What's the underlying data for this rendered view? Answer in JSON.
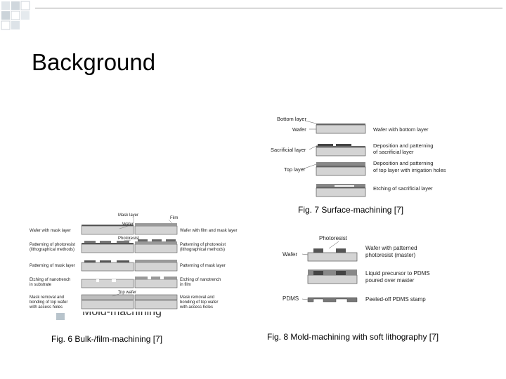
{
  "slide": {
    "title": "Background",
    "bullet_partial": "Mold-machining"
  },
  "fig7": {
    "caption": "Fig. 7 Surface-machining [7]",
    "labels_left": [
      "Bottom layer",
      "Wafer",
      "Sacrificial layer",
      "Top layer"
    ],
    "labels_right": [
      "Wafer with bottom layer",
      "Deposition and patterning",
      "of sacrificial layer",
      "Deposition and patterning",
      "of top layer with irrigation holes",
      "Etching of sacrificial layer"
    ]
  },
  "fig6": {
    "caption": "Fig. 6 Bulk-/film-machining [7]",
    "labels_top": [
      "Mask layer",
      "Film",
      "Wafer",
      "Photoresist",
      "Top wafer"
    ],
    "labels_left": [
      "Wafer with mask layer",
      "Patterning of photoresist",
      "(lithographical methods)",
      "Patterning of mask layer",
      "Etching of nanotrench",
      "in substrate",
      "Mask removal and",
      "bonding of top wafer",
      "with access holes"
    ],
    "labels_right": [
      "Wafer with film and mask layer",
      "Patterning of photoresist",
      "(lithographical methods)",
      "Patterning of mask layer",
      "Etching of nanotrench",
      "in film",
      "Mask removal and",
      "bonding of top wafer",
      "with access holes"
    ]
  },
  "fig8": {
    "caption": "Fig. 8 Mold-machining with soft lithography [7]",
    "labels_left": [
      "Photoresist",
      "Wafer",
      "PDMS"
    ],
    "labels_right": [
      "Wafer with patterned",
      "photoresist (master)",
      "Liquid precursor to PDMS",
      "poured over master",
      "Peeled-off PDMS stamp"
    ]
  }
}
